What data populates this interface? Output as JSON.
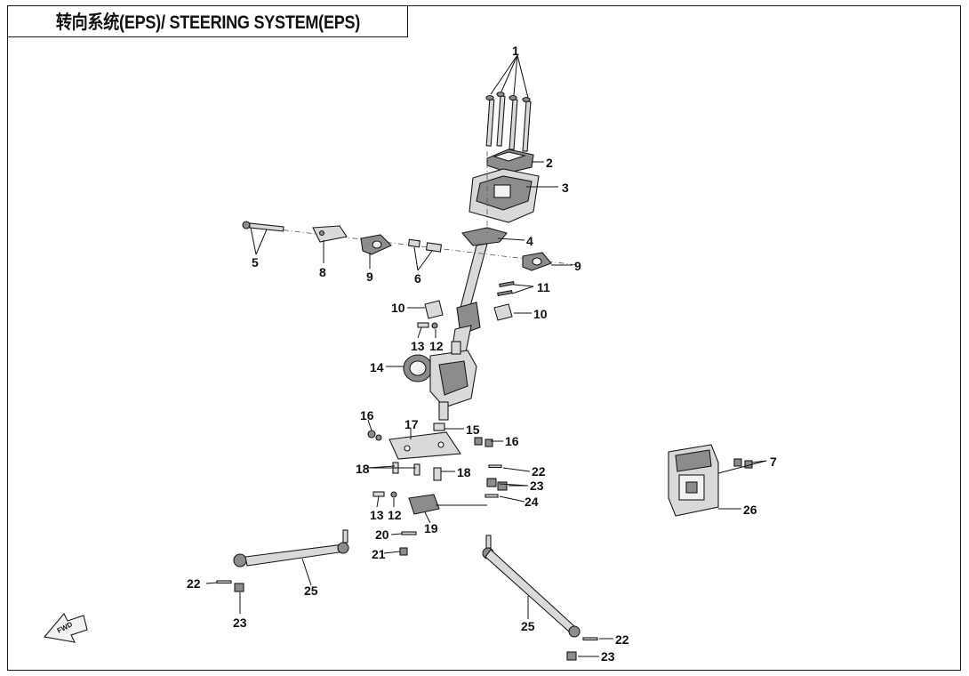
{
  "title": "转向系统(EPS)/ STEERING SYSTEM(EPS)",
  "callouts": [
    {
      "id": "c1",
      "text": "1"
    },
    {
      "id": "c2",
      "text": "2"
    },
    {
      "id": "c3",
      "text": "3"
    },
    {
      "id": "c4",
      "text": "4"
    },
    {
      "id": "c5",
      "text": "5"
    },
    {
      "id": "c6",
      "text": "6"
    },
    {
      "id": "c7",
      "text": "7"
    },
    {
      "id": "c8",
      "text": "8"
    },
    {
      "id": "c9a",
      "text": "9"
    },
    {
      "id": "c9b",
      "text": "9"
    },
    {
      "id": "c10a",
      "text": "10"
    },
    {
      "id": "c10b",
      "text": "10"
    },
    {
      "id": "c11",
      "text": "11"
    },
    {
      "id": "c12a",
      "text": "12"
    },
    {
      "id": "c12b",
      "text": "12"
    },
    {
      "id": "c13a",
      "text": "13"
    },
    {
      "id": "c13b",
      "text": "13"
    },
    {
      "id": "c14",
      "text": "14"
    },
    {
      "id": "c15",
      "text": "15"
    },
    {
      "id": "c16a",
      "text": "16"
    },
    {
      "id": "c16b",
      "text": "16"
    },
    {
      "id": "c17",
      "text": "17"
    },
    {
      "id": "c18a",
      "text": "18"
    },
    {
      "id": "c18b",
      "text": "18"
    },
    {
      "id": "c19",
      "text": "19"
    },
    {
      "id": "c20",
      "text": "20"
    },
    {
      "id": "c21",
      "text": "21"
    },
    {
      "id": "c22a",
      "text": "22"
    },
    {
      "id": "c22b",
      "text": "22"
    },
    {
      "id": "c22c",
      "text": "22"
    },
    {
      "id": "c23a",
      "text": "23"
    },
    {
      "id": "c23b",
      "text": "23"
    },
    {
      "id": "c23c",
      "text": "23"
    },
    {
      "id": "c24",
      "text": "24"
    },
    {
      "id": "c25a",
      "text": "25"
    },
    {
      "id": "c25b",
      "text": "25"
    },
    {
      "id": "c26",
      "text": "26"
    }
  ],
  "fwd_marker": "FWD"
}
